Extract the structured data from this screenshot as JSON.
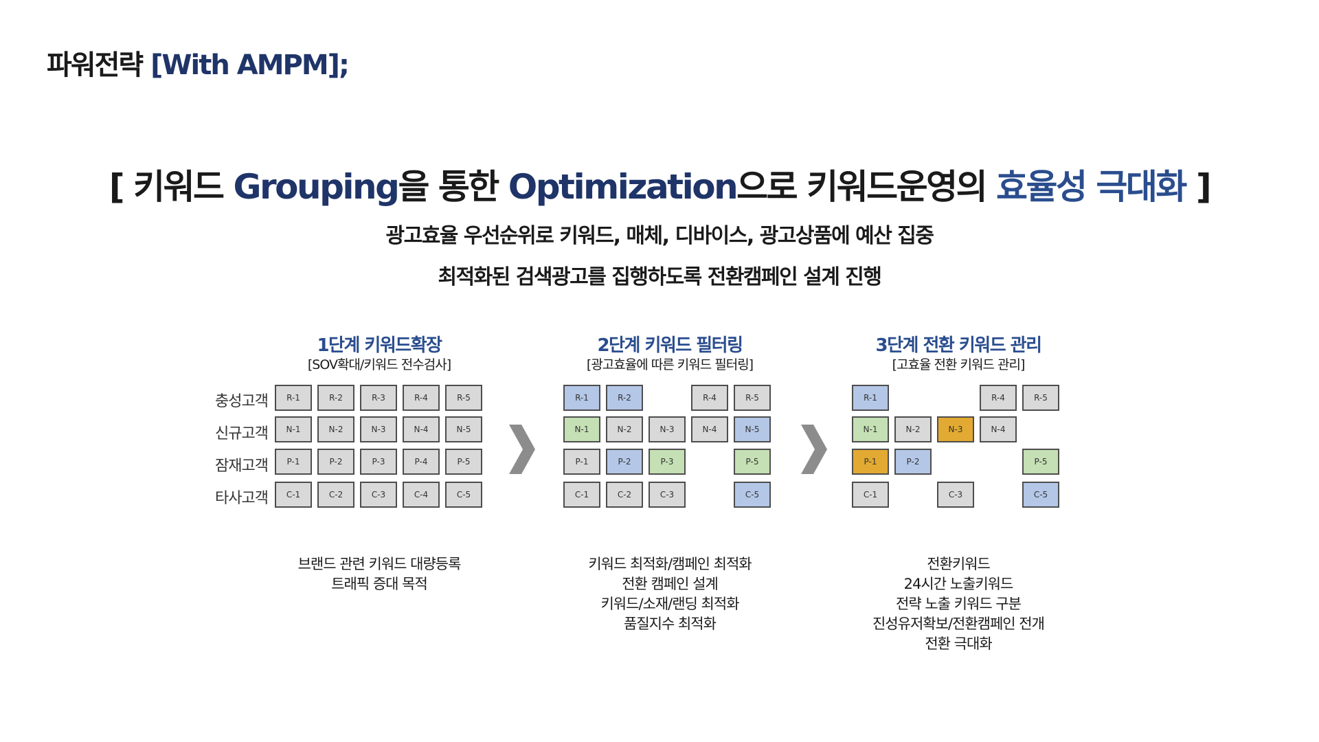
{
  "page": {
    "header_main": "파워전략 ",
    "header_accent": "[With AMPM];"
  },
  "headline": {
    "p1": "[ 키워드 ",
    "p2": "Grouping",
    "p3": "을 통한 ",
    "p4": "Optimization",
    "p5": "으로 키워드운영의 ",
    "p6": "효율성 극대화",
    "p7": " ]"
  },
  "subheadlines": [
    "광고효율 우선순위로 키워드, 매체, 디바이스, 광고상품에 예산 집중",
    "최적화된 검색광고를 집행하도록 전환캠페인 설계 진행"
  ],
  "row_labels": [
    "충성고객",
    "신규고객",
    "잠재고객",
    "타사고객"
  ],
  "colors": {
    "gray": "#d9d9d9",
    "blue": "#b4c7e7",
    "green": "#c5e0b4",
    "orange": "#e2aa32",
    "accent": "#2a4d8e",
    "chevron": "#8c8c8c"
  },
  "stages": [
    {
      "title": "1단계 키워드확장",
      "subtitle": "[SOV확대/키워드 전수검사]",
      "grid": [
        [
          {
            "t": "R-1",
            "c": "gray"
          },
          {
            "t": "R-2",
            "c": "gray"
          },
          {
            "t": "R-3",
            "c": "gray"
          },
          {
            "t": "R-4",
            "c": "gray"
          },
          {
            "t": "R-5",
            "c": "gray"
          }
        ],
        [
          {
            "t": "N-1",
            "c": "gray"
          },
          {
            "t": "N-2",
            "c": "gray"
          },
          {
            "t": "N-3",
            "c": "gray"
          },
          {
            "t": "N-4",
            "c": "gray"
          },
          {
            "t": "N-5",
            "c": "gray"
          }
        ],
        [
          {
            "t": "P-1",
            "c": "gray"
          },
          {
            "t": "P-2",
            "c": "gray"
          },
          {
            "t": "P-3",
            "c": "gray"
          },
          {
            "t": "P-4",
            "c": "gray"
          },
          {
            "t": "P-5",
            "c": "gray"
          }
        ],
        [
          {
            "t": "C-1",
            "c": "gray"
          },
          {
            "t": "C-2",
            "c": "gray"
          },
          {
            "t": "C-3",
            "c": "gray"
          },
          {
            "t": "C-4",
            "c": "gray"
          },
          {
            "t": "C-5",
            "c": "gray"
          }
        ]
      ],
      "description": [
        "브랜드 관련 키워드 대량등록",
        "트래픽 증대 목적"
      ]
    },
    {
      "title": "2단계 키워드 필터링",
      "subtitle": "[광고효율에 따른 키워드 필터링]",
      "grid": [
        [
          {
            "t": "R-1",
            "c": "blue"
          },
          {
            "t": "R-2",
            "c": "blue"
          },
          null,
          {
            "t": "R-4",
            "c": "gray"
          },
          {
            "t": "R-5",
            "c": "gray"
          }
        ],
        [
          {
            "t": "N-1",
            "c": "green"
          },
          {
            "t": "N-2",
            "c": "gray"
          },
          {
            "t": "N-3",
            "c": "gray"
          },
          {
            "t": "N-4",
            "c": "gray"
          },
          {
            "t": "N-5",
            "c": "blue"
          }
        ],
        [
          {
            "t": "P-1",
            "c": "gray"
          },
          {
            "t": "P-2",
            "c": "blue"
          },
          {
            "t": "P-3",
            "c": "green"
          },
          null,
          {
            "t": "P-5",
            "c": "green"
          }
        ],
        [
          {
            "t": "C-1",
            "c": "gray"
          },
          {
            "t": "C-2",
            "c": "gray"
          },
          {
            "t": "C-3",
            "c": "gray"
          },
          null,
          {
            "t": "C-5",
            "c": "blue"
          }
        ]
      ],
      "description": [
        "키워드 최적화/캠페인 최적화",
        "전환 캠페인 설계",
        "키워드/소재/랜딩 최적화",
        "품질지수 최적화"
      ]
    },
    {
      "title": "3단계 전환 키워드 관리",
      "subtitle": "[고효율 전환 키워드 관리]",
      "grid": [
        [
          {
            "t": "R-1",
            "c": "blue"
          },
          null,
          null,
          {
            "t": "R-4",
            "c": "gray"
          },
          {
            "t": "R-5",
            "c": "gray"
          }
        ],
        [
          {
            "t": "N-1",
            "c": "green"
          },
          {
            "t": "N-2",
            "c": "gray"
          },
          {
            "t": "N-3",
            "c": "orange"
          },
          {
            "t": "N-4",
            "c": "gray"
          },
          null
        ],
        [
          {
            "t": "P-1",
            "c": "orange"
          },
          {
            "t": "P-2",
            "c": "blue"
          },
          null,
          null,
          {
            "t": "P-5",
            "c": "green"
          }
        ],
        [
          {
            "t": "C-1",
            "c": "gray"
          },
          null,
          {
            "t": "C-3",
            "c": "gray"
          },
          null,
          {
            "t": "C-5",
            "c": "blue"
          }
        ]
      ],
      "description": [
        "전환키워드",
        "24시간 노출키워드",
        "전략 노출 키워드 구분",
        "진성유저확보/전환캠페인 전개",
        "전환 극대화"
      ]
    }
  ]
}
